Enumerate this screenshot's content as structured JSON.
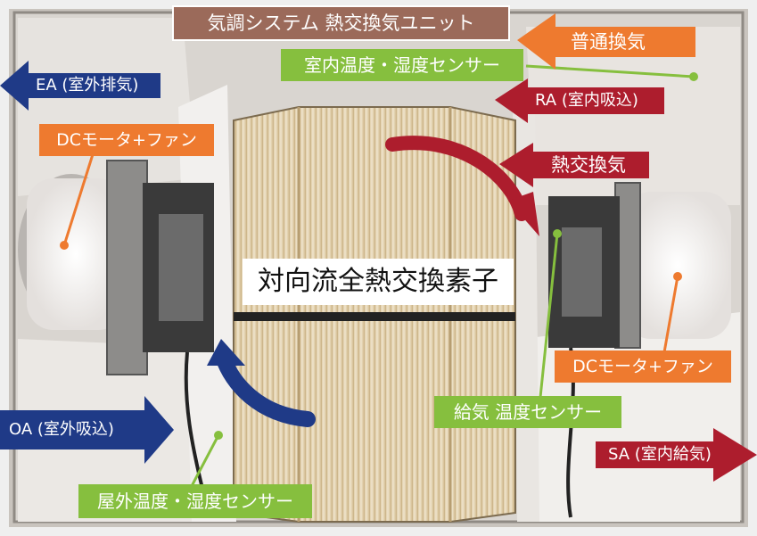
{
  "title": "気調システム 熱交換気ユニット",
  "core_label": "対向流全熱交換素子",
  "labels": {
    "ordinary_ventilation": "普通換気",
    "indoor_sensor": "室内温度・湿度センサー",
    "ea": "EA (室外排気)",
    "ra": "RA (室内吸込)",
    "heat_exchange_ventilation": "熱交換気",
    "dc_motor_left": "DCモータ+ファン",
    "dc_motor_right": "DCモータ+ファン",
    "supply_sensor": "給気 温度センサー",
    "oa": "OA (室外吸込)",
    "sa": "SA (室内給気)",
    "outdoor_sensor": "屋外温度・湿度センサー"
  },
  "colors": {
    "title_bg": "#9b6a5a",
    "orange": "#ee7a2f",
    "green": "#86bf3e",
    "navy": "#1f3a87",
    "crimson": "#ad1d2d",
    "background_photo": "#cfcac4"
  }
}
